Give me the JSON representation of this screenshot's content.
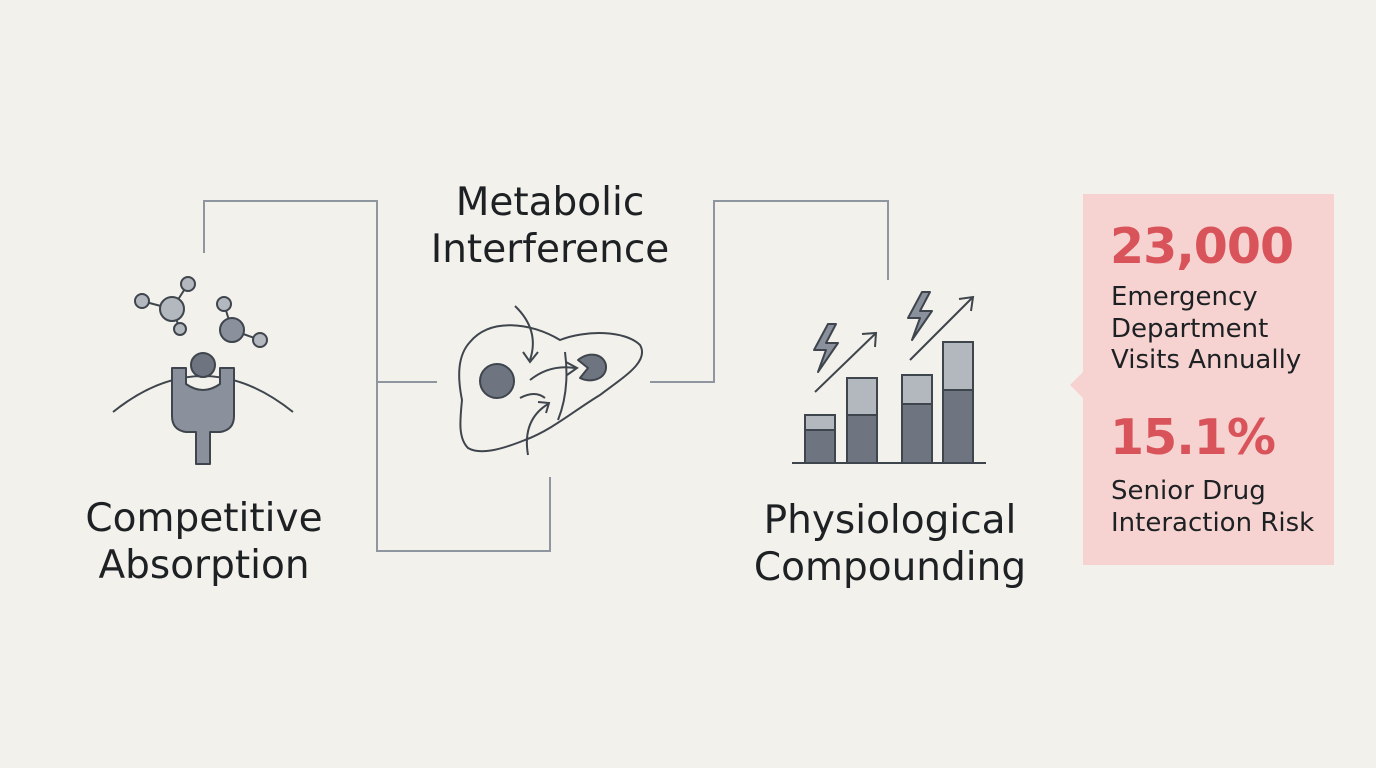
{
  "labels": {
    "absorption": [
      "Competitive",
      "Absorption"
    ],
    "metabolic": [
      "Metabolic",
      "Interference"
    ],
    "physiological": [
      "Physiological",
      "Compounding"
    ]
  },
  "stats": [
    {
      "value": "23,000",
      "desc": [
        "Emergency",
        "Department",
        "Visits Annually"
      ]
    },
    {
      "value": "15.1%",
      "desc": [
        "Senior Drug",
        "Interaction Risk"
      ]
    }
  ],
  "icons": [
    "molecule-receptor-icon",
    "liver-icon",
    "bar-chart-lightning-icon"
  ],
  "colors": {
    "background": "#f3f1ec",
    "line": "#8f96a0",
    "icon_fill": "#8a919c",
    "icon_dark": "#6e7580",
    "card": "#f6d3d1",
    "accent": "#d9545a"
  }
}
